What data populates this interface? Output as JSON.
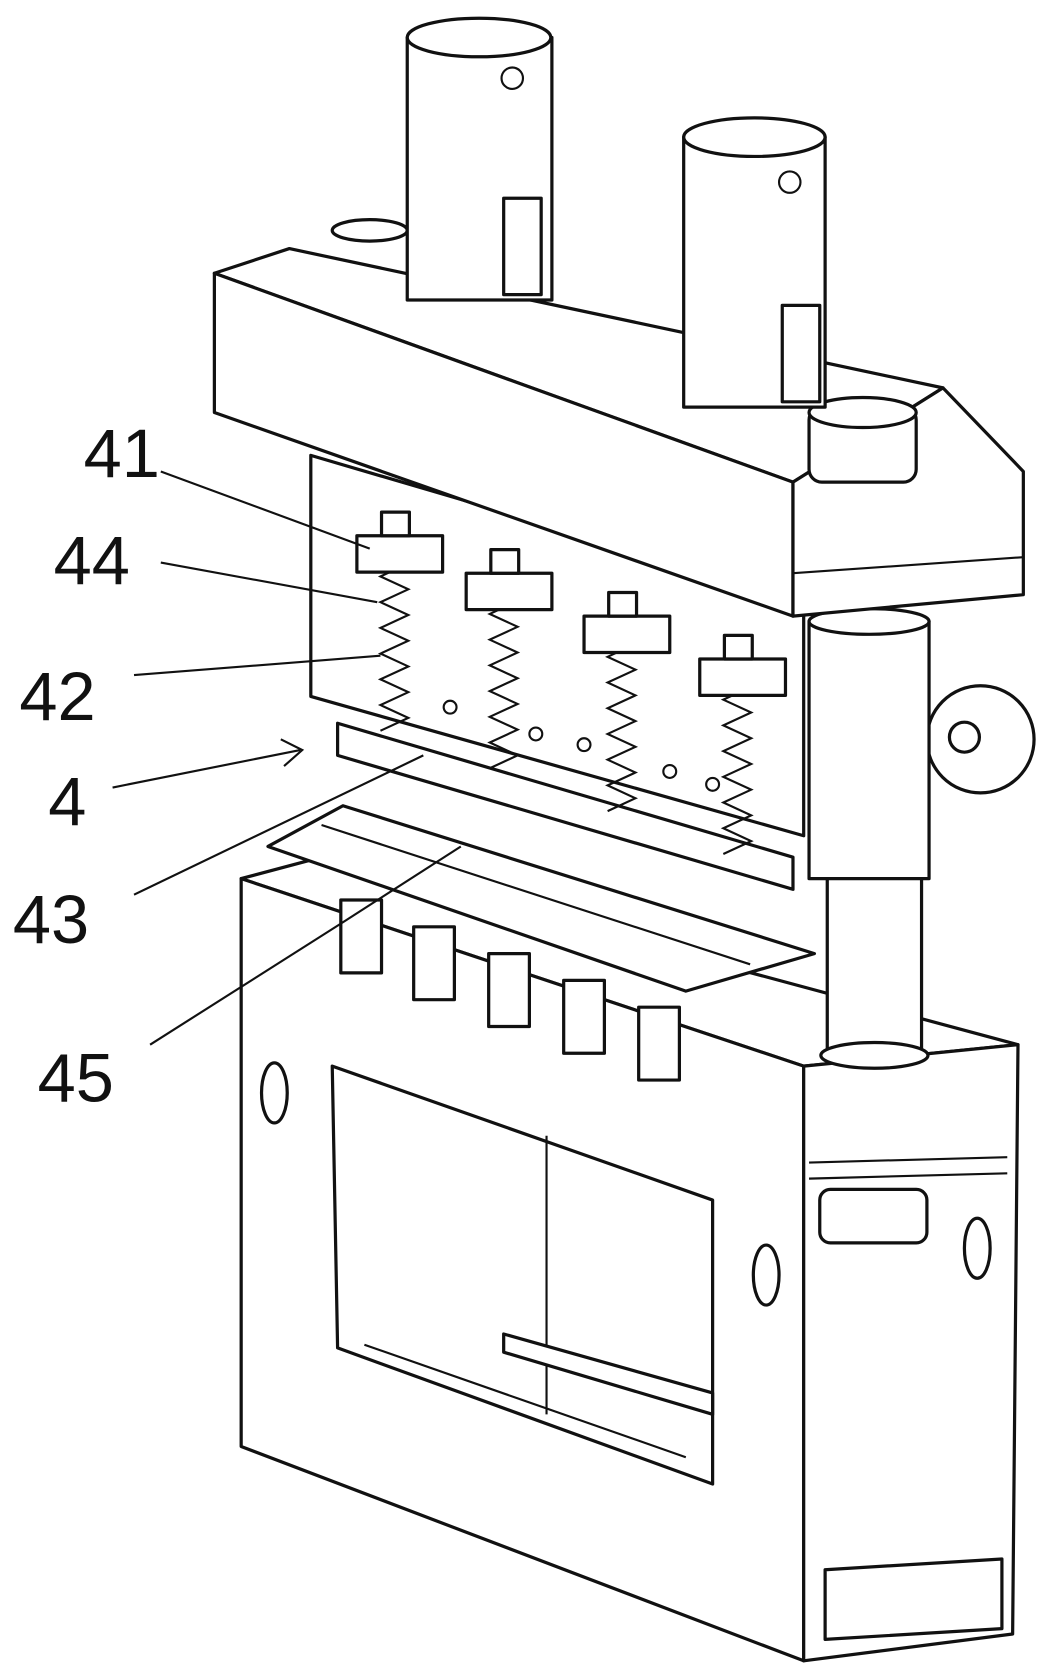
{
  "figure": {
    "labels": [
      {
        "id": "41",
        "text": "41"
      },
      {
        "id": "44",
        "text": "44"
      },
      {
        "id": "42",
        "text": "42"
      },
      {
        "id": "4",
        "text": "4"
      },
      {
        "id": "43",
        "text": "43"
      },
      {
        "id": "45",
        "text": "45"
      }
    ],
    "colors": {
      "line": "#111111",
      "background": "#ffffff"
    }
  }
}
